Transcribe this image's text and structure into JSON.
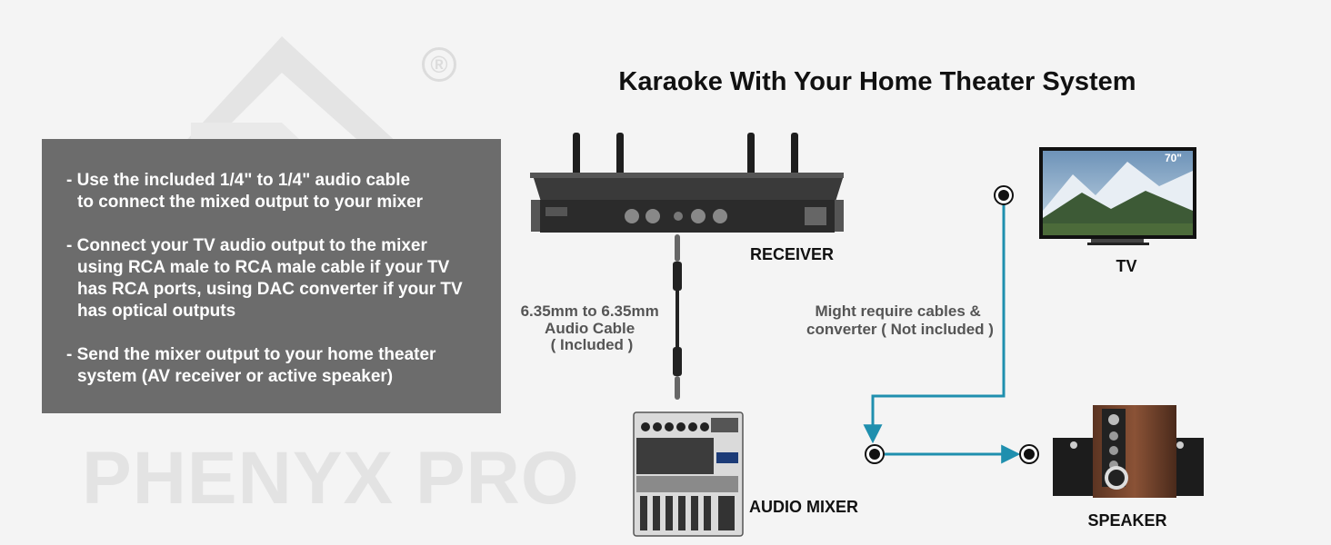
{
  "title": "Karaoke With Your Home Theater System",
  "brand": {
    "watermark_text": "PHENYX PRO",
    "registered_mark": "®"
  },
  "instructions": [
    [
      "- Use the included 1/4\" to 1/4\" audio cable",
      "to connect the mixed output to your mixer"
    ],
    [
      "- Connect your TV audio output to the mixer",
      "using RCA male to RCA male cable if your TV",
      "has RCA ports, using DAC converter if your TV",
      "has optical outputs"
    ],
    [
      "- Send the mixer output to your home theater",
      "system (AV receiver or active speaker)"
    ]
  ],
  "devices": {
    "receiver": "RECEIVER",
    "tv": "TV",
    "tv_size": "70\"",
    "mixer": "AUDIO MIXER",
    "speaker": "SPEAKER"
  },
  "cable_note": [
    "6.35mm to 6.35mm",
    "Audio Cable",
    "( Included )"
  ],
  "converter_note": [
    "Might require cables &",
    "converter ( Not included )"
  ],
  "colors": {
    "connection_line": "#1f8fae",
    "panel_bg": "#6c6c6c",
    "page_bg": "#f4f4f4"
  }
}
